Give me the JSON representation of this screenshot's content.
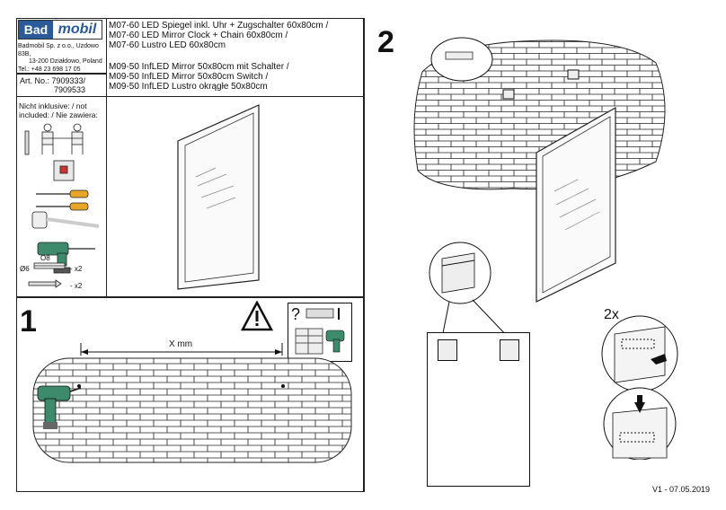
{
  "brand": {
    "logo_left": "Bad",
    "logo_right": "mobil",
    "address_lines": [
      "Badmobil Sp. z o.o., Uzdowo 83B,",
      "13-200 Działdowo, Poland",
      "Tel.: +48 23 698 17 05"
    ]
  },
  "product": {
    "lines_a": [
      "M07-60 LED Spiegel inkl. Uhr + Zugschalter 60x80cm /",
      "M07-60 LED Mirror Clock + Chain 60x80cm /",
      "M07-60 Lustro LED 60x80cm"
    ],
    "lines_b": [
      "M09-50 InfLED Mirror 50x80cm mit Schalter /",
      "M09-50 InfLED Mirror 50x80cm Switch /",
      "M09-50 InfLED Lustro okrągłe 50x80cm"
    ]
  },
  "article": {
    "label": "Art. No.: 7909333/",
    "label2": "7909533"
  },
  "not_included": {
    "line1": "Nicht inklusive: / not",
    "line2": "included: / Nie zawiera:"
  },
  "tools": {
    "drill_size": "O8",
    "dowel_qty": "- x2",
    "screw_qty": "- x2",
    "dowel_prefix": "Ø6"
  },
  "step1": {
    "number": "1",
    "measure_label": "X mm"
  },
  "step2": {
    "number": "2",
    "multiplier": "2x"
  },
  "footer": {
    "version": "V1 - 07.05.2019"
  }
}
